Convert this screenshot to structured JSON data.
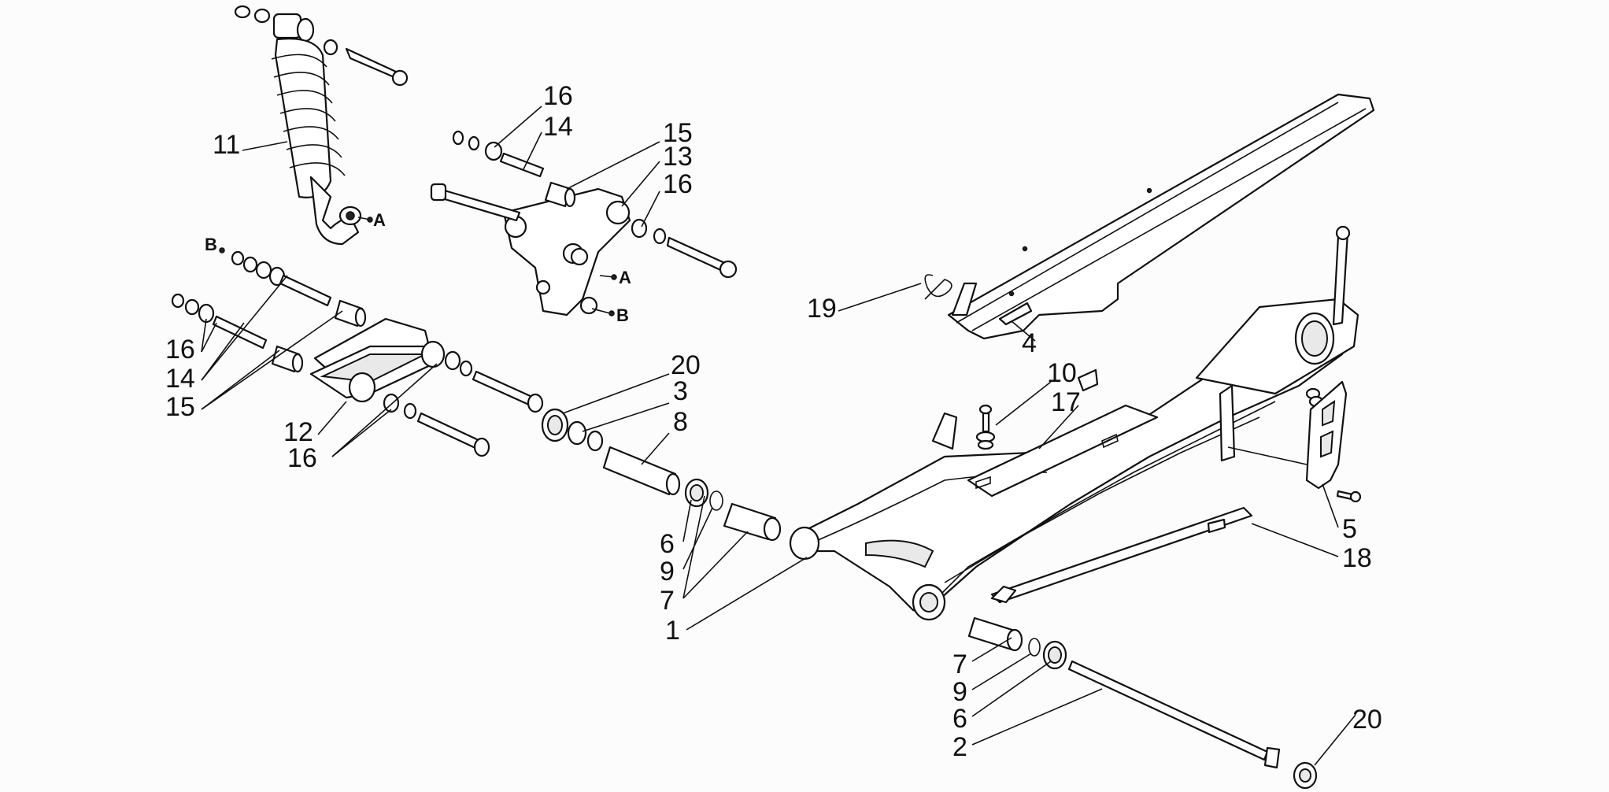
{
  "callouts": {
    "c1": "1",
    "c2": "2",
    "c3": "3",
    "c4": "4",
    "c5": "5",
    "c6a": "6",
    "c6b": "6",
    "c7a": "7",
    "c7b": "7",
    "c8": "8",
    "c9a": "9",
    "c9b": "9",
    "c10": "10",
    "c11": "11",
    "c12": "12",
    "c13": "13",
    "c14a": "14",
    "c14b": "14",
    "c15a": "15",
    "c15b": "15",
    "c16a": "16",
    "c16b": "16",
    "c16c": "16",
    "c16d": "16",
    "c17": "17",
    "c18": "18",
    "c19": "19",
    "c20a": "20",
    "c20b": "20"
  },
  "markers": {
    "a_shock": "A",
    "a_rocker": "A",
    "b_link": "B",
    "b_rocker": "B"
  }
}
